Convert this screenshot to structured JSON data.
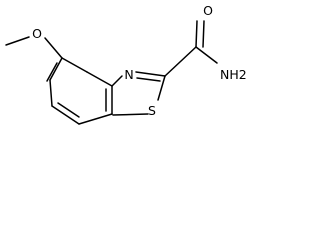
{
  "molecule": {
    "atoms": {
      "O_methoxy": "O",
      "N_ring": "N",
      "S_ring": "S",
      "O_carbonyl": "O",
      "NH2_amide": "NH2"
    }
  }
}
